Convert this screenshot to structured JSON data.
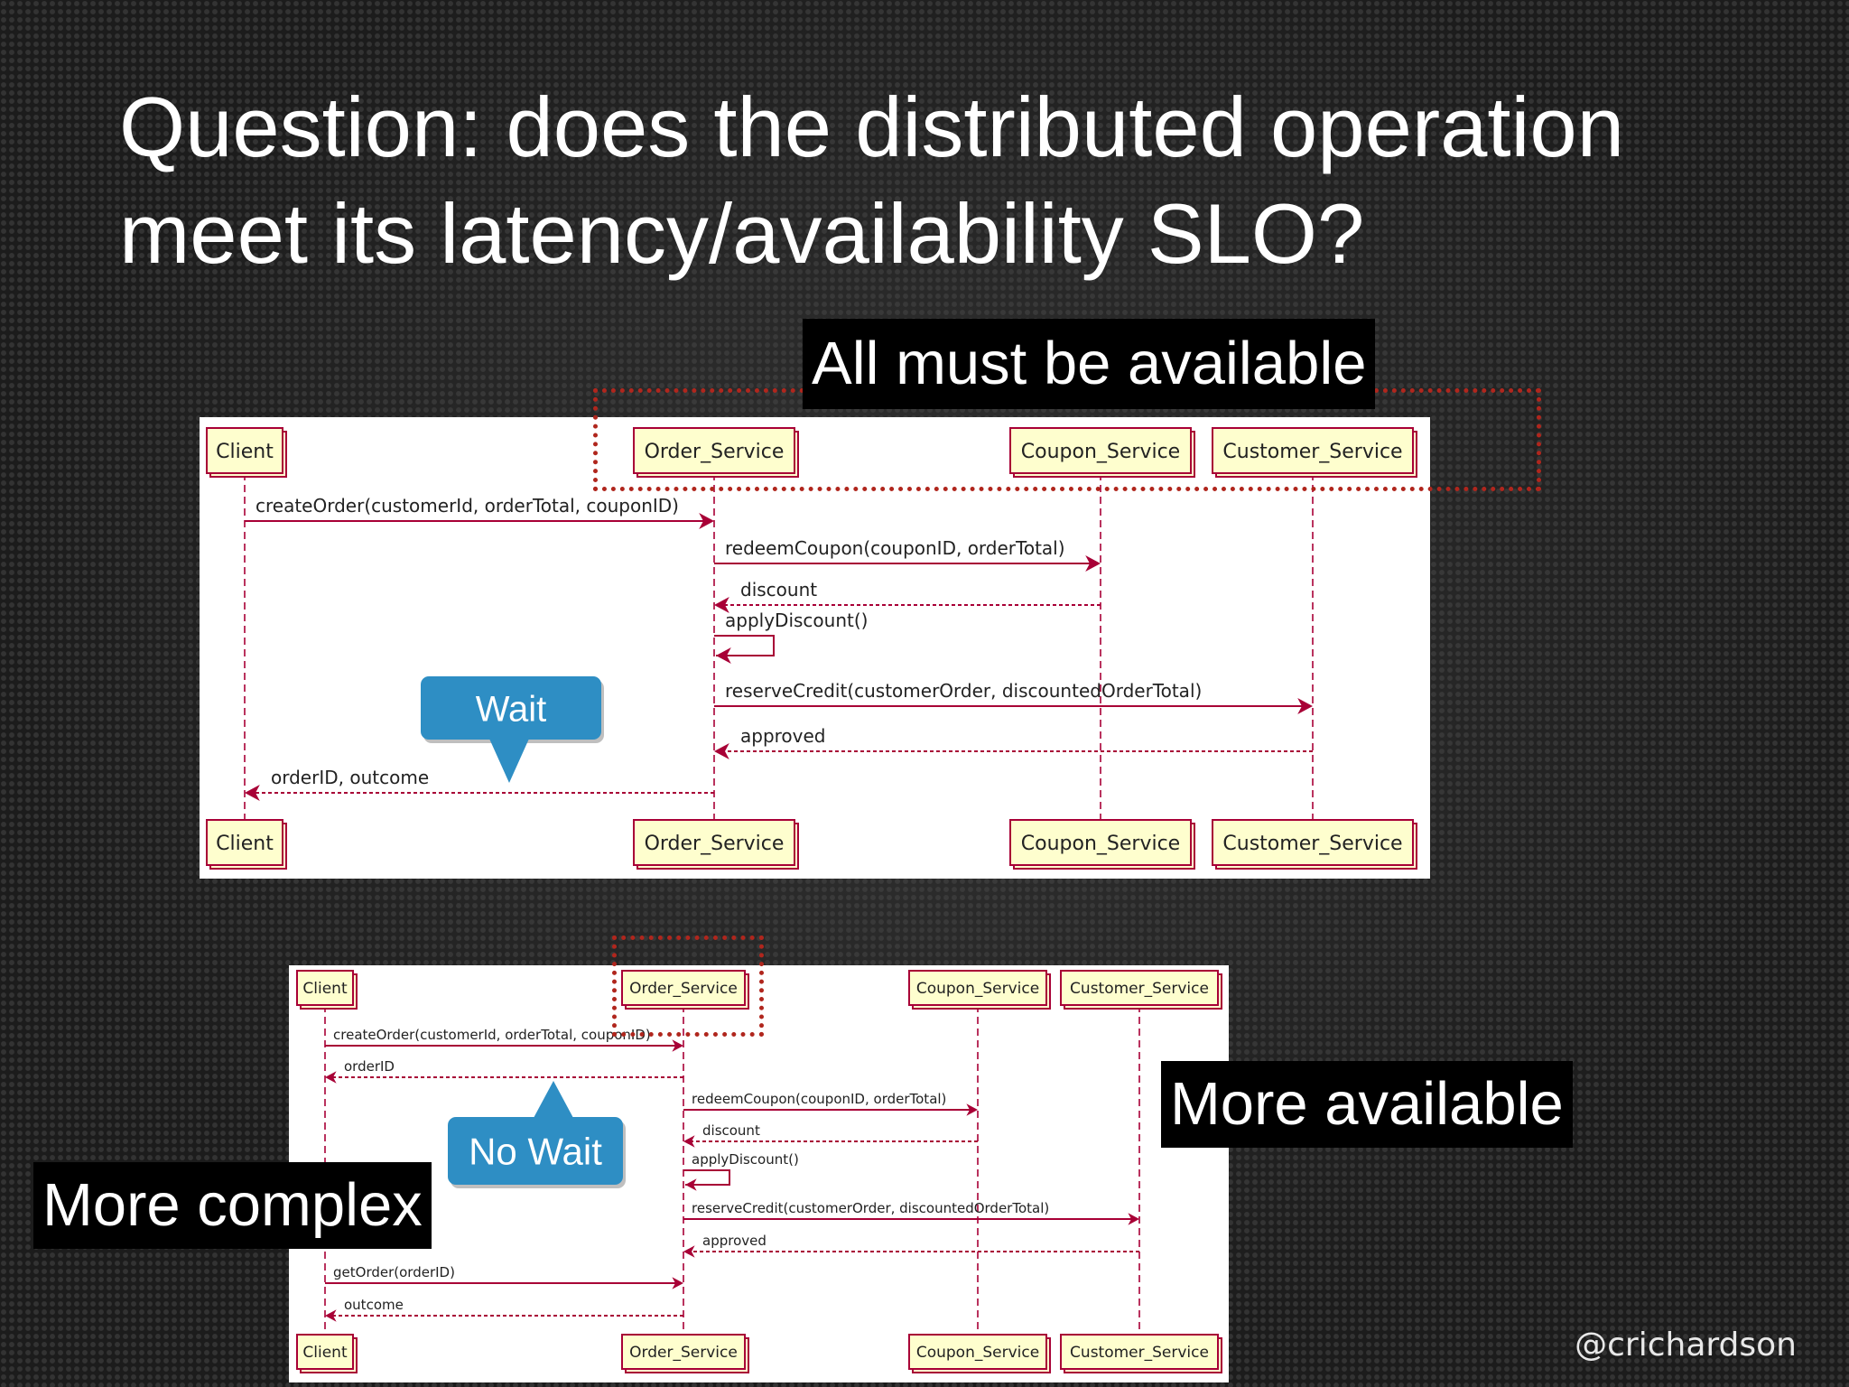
{
  "slide": {
    "title_line1": "Question: does the distributed operation",
    "title_line2": "meet its latency/availability SLO?",
    "callouts": {
      "all_available": "All must be available",
      "more_available": "More available",
      "more_complex": "More complex"
    },
    "handle": "@crichardson",
    "accent_color": "#b0261d"
  },
  "sync_diagram": {
    "participants": [
      "Client",
      "Order_Service",
      "Coupon_Service",
      "Customer_Service"
    ],
    "messages": [
      {
        "from": "Client",
        "to": "Order_Service",
        "label": "createOrder(customerId, orderTotal, couponID)",
        "style": "solid"
      },
      {
        "from": "Order_Service",
        "to": "Coupon_Service",
        "label": "redeemCoupon(couponID, orderTotal)",
        "style": "solid"
      },
      {
        "from": "Coupon_Service",
        "to": "Order_Service",
        "label": "discount",
        "style": "dashed"
      },
      {
        "from": "Order_Service",
        "to": "Order_Service",
        "label": "applyDiscount()",
        "style": "self"
      },
      {
        "from": "Order_Service",
        "to": "Customer_Service",
        "label": "reserveCredit(customerOrder, discountedOrderTotal)",
        "style": "solid"
      },
      {
        "from": "Customer_Service",
        "to": "Order_Service",
        "label": "approved",
        "style": "dashed"
      },
      {
        "from": "Order_Service",
        "to": "Client",
        "label": "orderID, outcome",
        "style": "dashed"
      }
    ],
    "bubble": "Wait"
  },
  "async_diagram": {
    "participants": [
      "Client",
      "Order_Service",
      "Coupon_Service",
      "Customer_Service"
    ],
    "messages": [
      {
        "from": "Client",
        "to": "Order_Service",
        "label": "createOrder(customerId, orderTotal, couponID)",
        "style": "solid"
      },
      {
        "from": "Order_Service",
        "to": "Client",
        "label": "orderID",
        "style": "dashed"
      },
      {
        "from": "Order_Service",
        "to": "Coupon_Service",
        "label": "redeemCoupon(couponID, orderTotal)",
        "style": "solid"
      },
      {
        "from": "Coupon_Service",
        "to": "Order_Service",
        "label": "discount",
        "style": "dashed"
      },
      {
        "from": "Order_Service",
        "to": "Order_Service",
        "label": "applyDiscount()",
        "style": "self"
      },
      {
        "from": "Order_Service",
        "to": "Customer_Service",
        "label": "reserveCredit(customerOrder, discountedOrderTotal)",
        "style": "solid"
      },
      {
        "from": "Customer_Service",
        "to": "Order_Service",
        "label": "approved",
        "style": "dashed"
      },
      {
        "from": "Client",
        "to": "Order_Service",
        "label": "getOrder(orderID)",
        "style": "solid"
      },
      {
        "from": "Order_Service",
        "to": "Client",
        "label": "outcome",
        "style": "dashed"
      }
    ],
    "bubble": "No Wait"
  }
}
